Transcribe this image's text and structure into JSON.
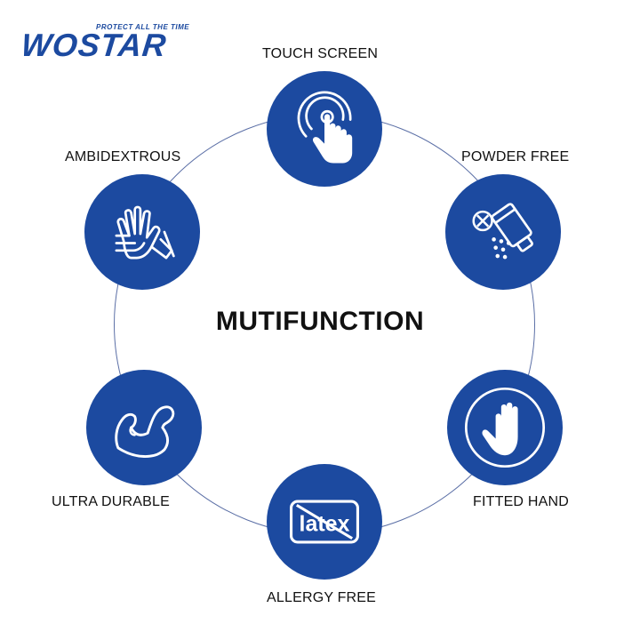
{
  "logo": {
    "brand": "WOSTAR",
    "tagline": "PROTECT ALL THE TIME"
  },
  "center_title": "MUTIFUNCTION",
  "latex_word": "latex",
  "features": {
    "touch_screen": {
      "label": "TOUCH SCREEN",
      "icon": "touch-screen-icon"
    },
    "powder_free": {
      "label": "POWDER FREE",
      "icon": "powder-free-icon"
    },
    "fitted_hand": {
      "label": "FITTED HAND",
      "icon": "hand-icon"
    },
    "allergy_free": {
      "label": "ALLERGY FREE",
      "icon": "latex-free-icon"
    },
    "ultra_durable": {
      "label": "ULTRA DURABLE",
      "icon": "muscle-arm-icon"
    },
    "ambidextrous": {
      "label": "AMBIDEXTROUS",
      "icon": "gloves-icon"
    }
  },
  "colors": {
    "accent": "#1c4aa0",
    "ring": "#5b6fa6",
    "text": "#111111"
  }
}
